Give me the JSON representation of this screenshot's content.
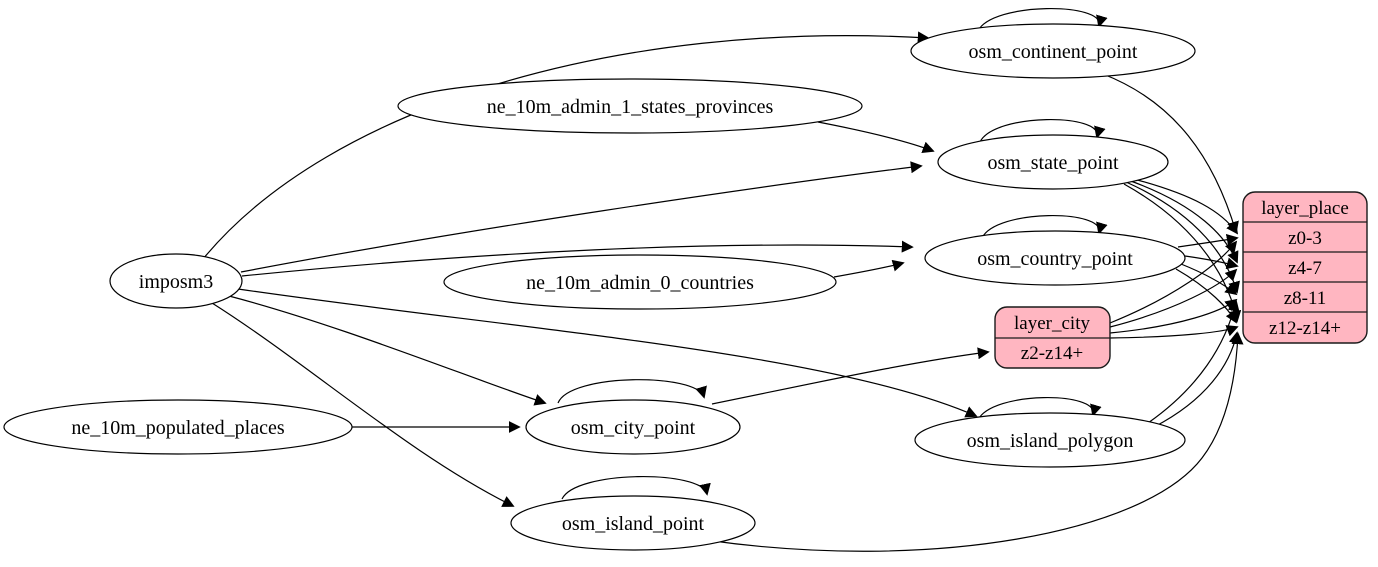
{
  "diagram": {
    "type": "etl-dependency-graph",
    "colors": {
      "background": "#ffffff",
      "node_fill": "#ffffff",
      "record_fill": "#ffb6c1",
      "stroke": "#000000"
    },
    "nodes": {
      "imposm3": {
        "label": "imposm3"
      },
      "ne_10m_admin_1_states_provinces": {
        "label": "ne_10m_admin_1_states_provinces"
      },
      "ne_10m_admin_0_countries": {
        "label": "ne_10m_admin_0_countries"
      },
      "ne_10m_populated_places": {
        "label": "ne_10m_populated_places"
      },
      "osm_continent_point": {
        "label": "osm_continent_point"
      },
      "osm_state_point": {
        "label": "osm_state_point"
      },
      "osm_country_point": {
        "label": "osm_country_point"
      },
      "osm_city_point": {
        "label": "osm_city_point"
      },
      "osm_island_polygon": {
        "label": "osm_island_polygon"
      },
      "osm_island_point": {
        "label": "osm_island_point"
      },
      "layer_city": {
        "label": "layer_city",
        "rows": [
          "z2-z14+"
        ]
      },
      "layer_place": {
        "label": "layer_place",
        "rows": [
          "z0-3",
          "z4-7",
          "z8-11",
          "z12-z14+"
        ]
      }
    },
    "edges": [
      {
        "from": "imposm3",
        "to": "osm_continent_point"
      },
      {
        "from": "imposm3",
        "to": "osm_state_point"
      },
      {
        "from": "imposm3",
        "to": "osm_country_point"
      },
      {
        "from": "imposm3",
        "to": "osm_city_point"
      },
      {
        "from": "imposm3",
        "to": "osm_island_polygon"
      },
      {
        "from": "imposm3",
        "to": "osm_island_point"
      },
      {
        "from": "ne_10m_admin_1_states_provinces",
        "to": "osm_state_point"
      },
      {
        "from": "ne_10m_admin_0_countries",
        "to": "osm_country_point"
      },
      {
        "from": "ne_10m_populated_places",
        "to": "osm_city_point"
      },
      {
        "from": "osm_continent_point",
        "to": "osm_continent_point"
      },
      {
        "from": "osm_state_point",
        "to": "osm_state_point"
      },
      {
        "from": "osm_country_point",
        "to": "osm_country_point"
      },
      {
        "from": "osm_city_point",
        "to": "osm_city_point"
      },
      {
        "from": "osm_island_polygon",
        "to": "osm_island_polygon"
      },
      {
        "from": "osm_island_point",
        "to": "osm_island_point"
      },
      {
        "from": "osm_city_point",
        "to": "layer_city:z2-z14+"
      },
      {
        "from": "osm_continent_point",
        "to": "layer_place:z0-3"
      },
      {
        "from": "osm_state_point",
        "to": "layer_place:z0-3"
      },
      {
        "from": "osm_state_point",
        "to": "layer_place:z4-7"
      },
      {
        "from": "osm_state_point",
        "to": "layer_place:z8-11"
      },
      {
        "from": "osm_state_point",
        "to": "layer_place:z12-z14+"
      },
      {
        "from": "osm_country_point",
        "to": "layer_place:z0-3"
      },
      {
        "from": "osm_country_point",
        "to": "layer_place:z4-7"
      },
      {
        "from": "osm_country_point",
        "to": "layer_place:z8-11"
      },
      {
        "from": "osm_country_point",
        "to": "layer_place:z12-z14+"
      },
      {
        "from": "layer_city",
        "to": "layer_place:z0-3"
      },
      {
        "from": "layer_city",
        "to": "layer_place:z4-7"
      },
      {
        "from": "layer_city",
        "to": "layer_place:z8-11"
      },
      {
        "from": "layer_city",
        "to": "layer_place:z12-z14+"
      },
      {
        "from": "osm_island_polygon",
        "to": "layer_place:z8-11"
      },
      {
        "from": "osm_island_polygon",
        "to": "layer_place:z12-z14+"
      },
      {
        "from": "osm_island_point",
        "to": "layer_place:z12-z14+"
      }
    ]
  }
}
